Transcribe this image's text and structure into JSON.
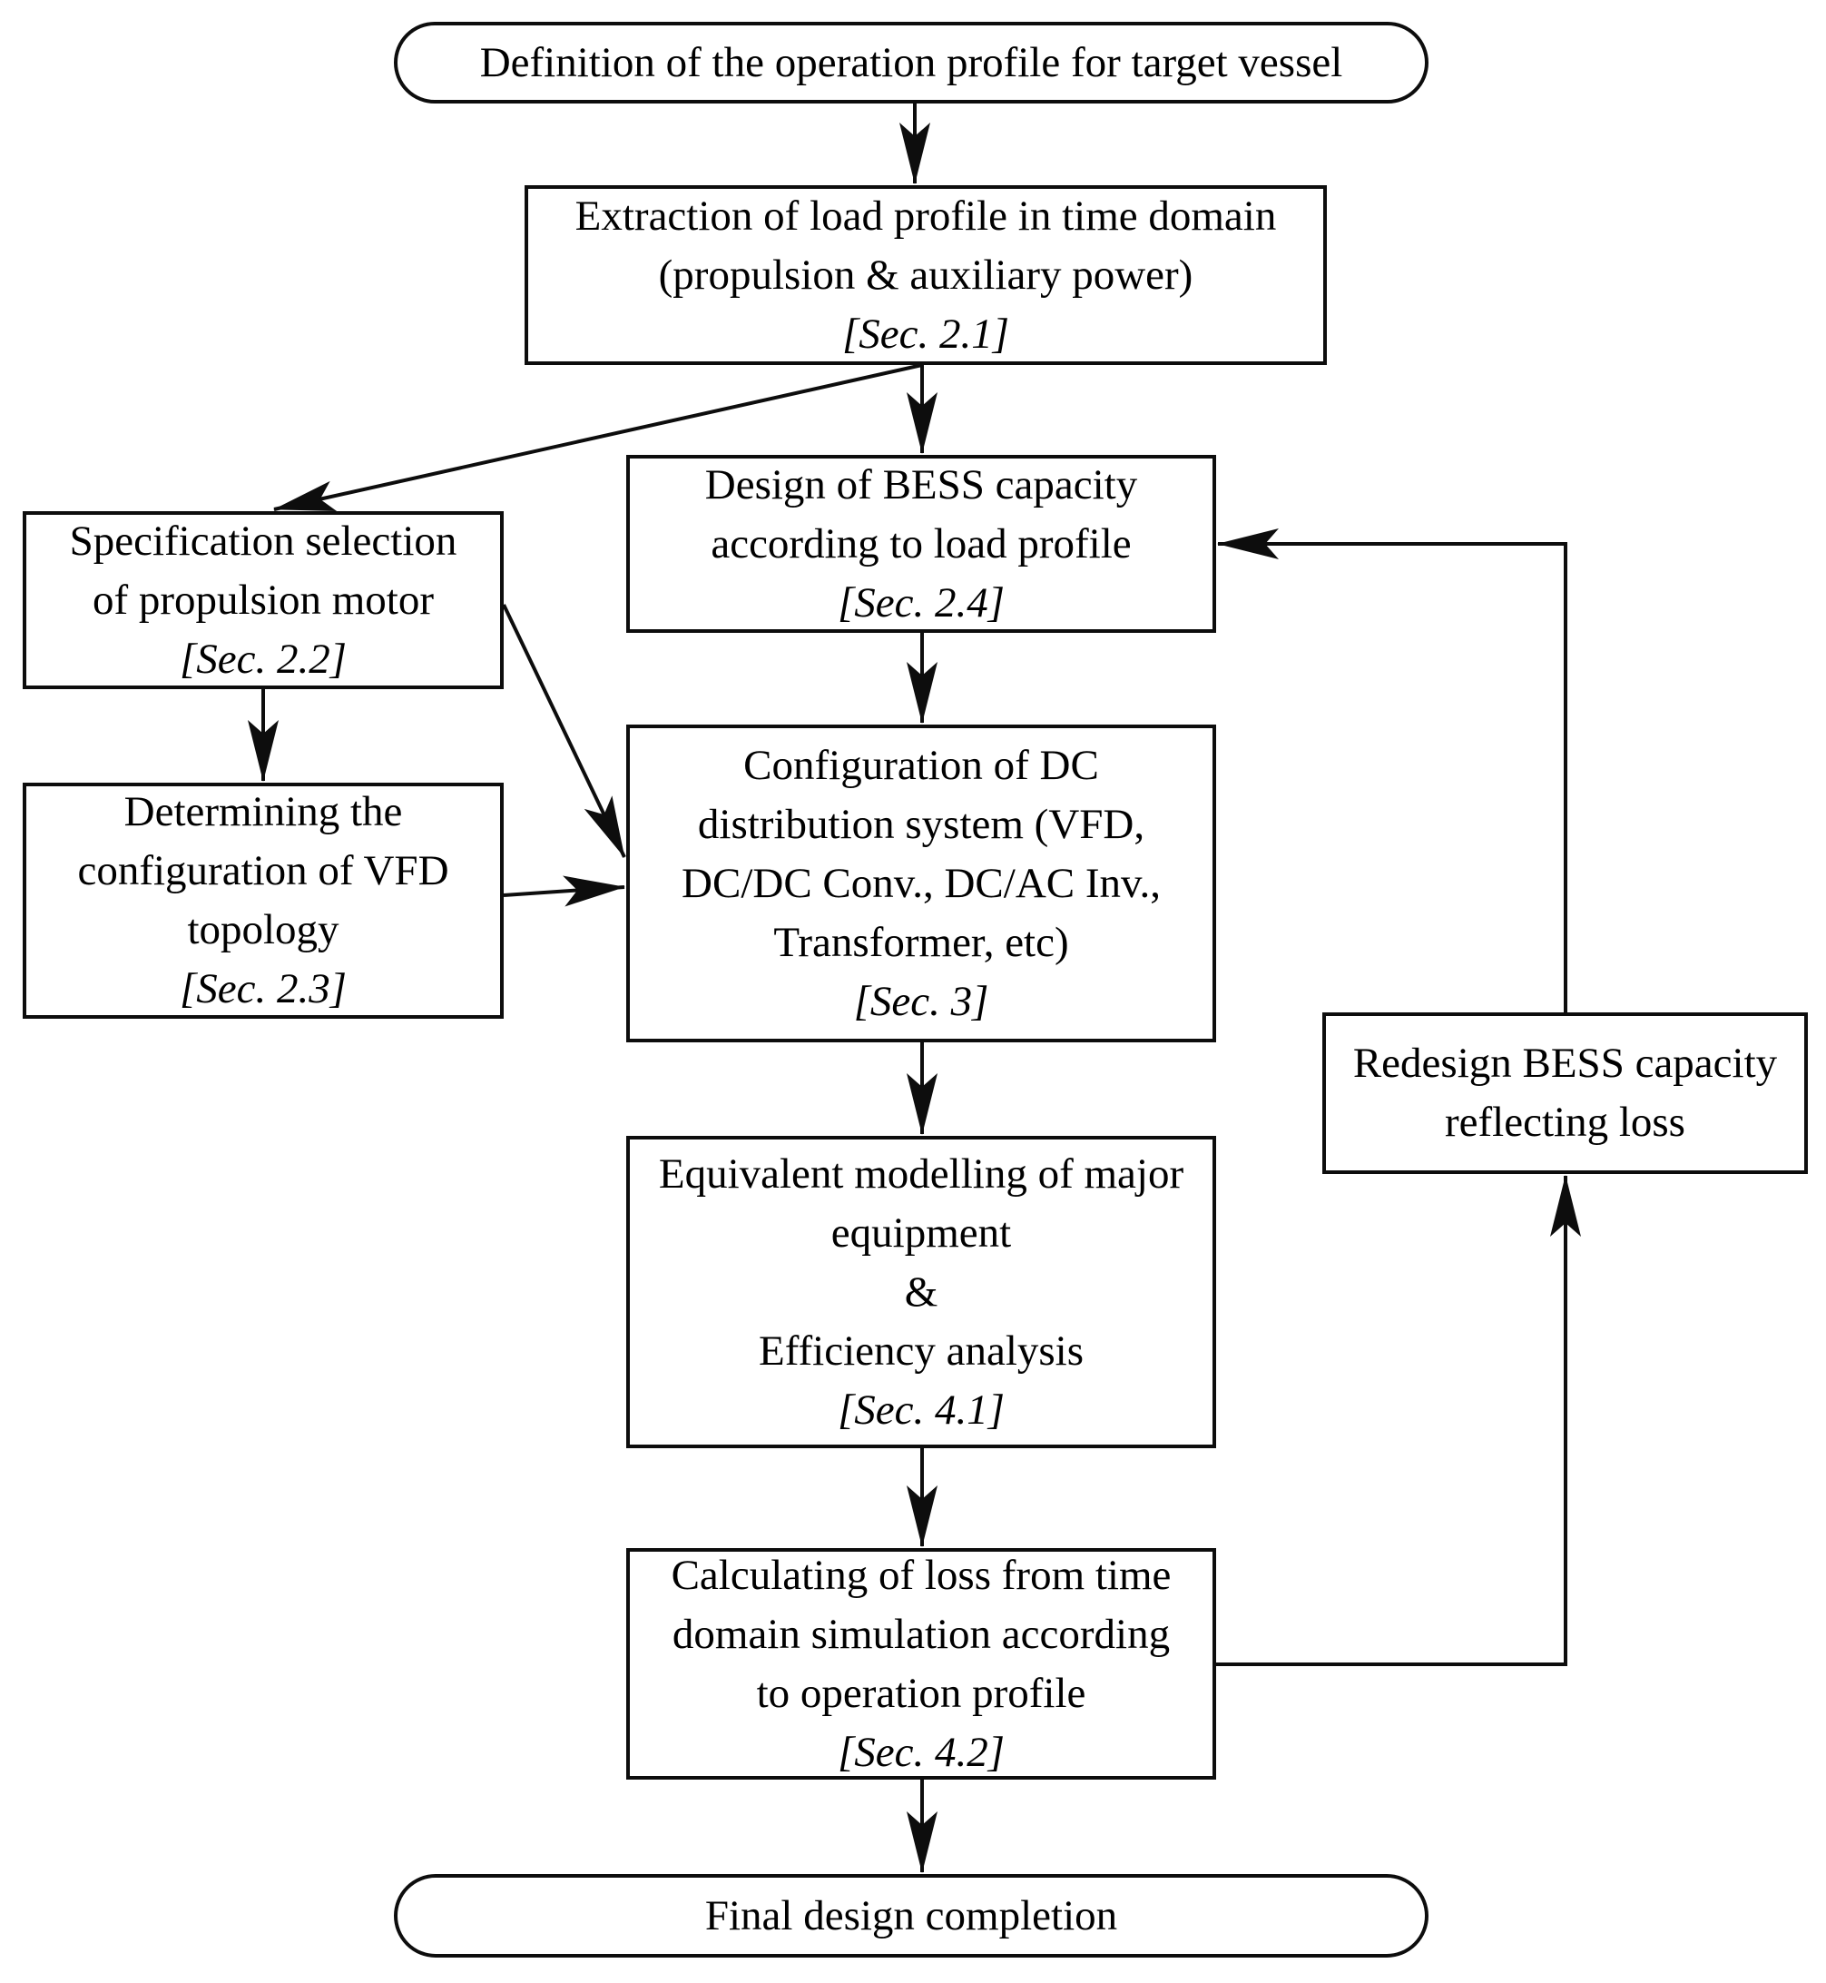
{
  "diagram": {
    "background": "#ffffff",
    "stroke_color": "#0d0d0d",
    "nodes": {
      "start": {
        "shape": "stadium",
        "label": "Definition of the operation profile for target vessel"
      },
      "extraction": {
        "shape": "rect",
        "lines": [
          "Extraction of load profile in time domain",
          "(propulsion & auxiliary power)"
        ],
        "section": "[Sec. 2.1]"
      },
      "spec_motor": {
        "shape": "rect",
        "lines": [
          "Specification selection",
          "of propulsion motor"
        ],
        "section": "[Sec. 2.2]"
      },
      "vfd_topology": {
        "shape": "rect",
        "lines": [
          "Determining the",
          "configuration of VFD",
          "topology"
        ],
        "section": "[Sec. 2.3]"
      },
      "bess_design": {
        "shape": "rect",
        "lines": [
          "Design of BESS capacity",
          "according to load profile"
        ],
        "section": "[Sec. 2.4]"
      },
      "dc_config": {
        "shape": "rect",
        "lines": [
          "Configuration of DC",
          "distribution system (VFD,",
          "DC/DC Conv., DC/AC Inv.,",
          "Transformer, etc)"
        ],
        "section": "[Sec. 3]"
      },
      "equiv_model": {
        "shape": "rect",
        "lines": [
          "Equivalent modelling of major",
          "equipment",
          "&",
          "Efficiency analysis"
        ],
        "section": "[Sec. 4.1]"
      },
      "loss_calc": {
        "shape": "rect",
        "lines": [
          "Calculating of loss from time",
          "domain simulation according",
          "to operation profile"
        ],
        "section": "[Sec. 4.2]"
      },
      "redesign_bess": {
        "shape": "rect",
        "lines": [
          "Redesign BESS capacity",
          "reflecting loss"
        ]
      },
      "final": {
        "shape": "stadium",
        "label": "Final design completion"
      }
    },
    "edges": [
      {
        "from": "start",
        "to": "extraction"
      },
      {
        "from": "extraction",
        "to": "bess_design"
      },
      {
        "from": "extraction",
        "to": "spec_motor"
      },
      {
        "from": "spec_motor",
        "to": "vfd_topology"
      },
      {
        "from": "spec_motor",
        "to": "dc_config"
      },
      {
        "from": "vfd_topology",
        "to": "dc_config"
      },
      {
        "from": "bess_design",
        "to": "dc_config"
      },
      {
        "from": "dc_config",
        "to": "equiv_model"
      },
      {
        "from": "equiv_model",
        "to": "loss_calc"
      },
      {
        "from": "loss_calc",
        "to": "final"
      },
      {
        "from": "loss_calc",
        "to": "redesign_bess"
      },
      {
        "from": "redesign_bess",
        "to": "bess_design"
      }
    ]
  }
}
